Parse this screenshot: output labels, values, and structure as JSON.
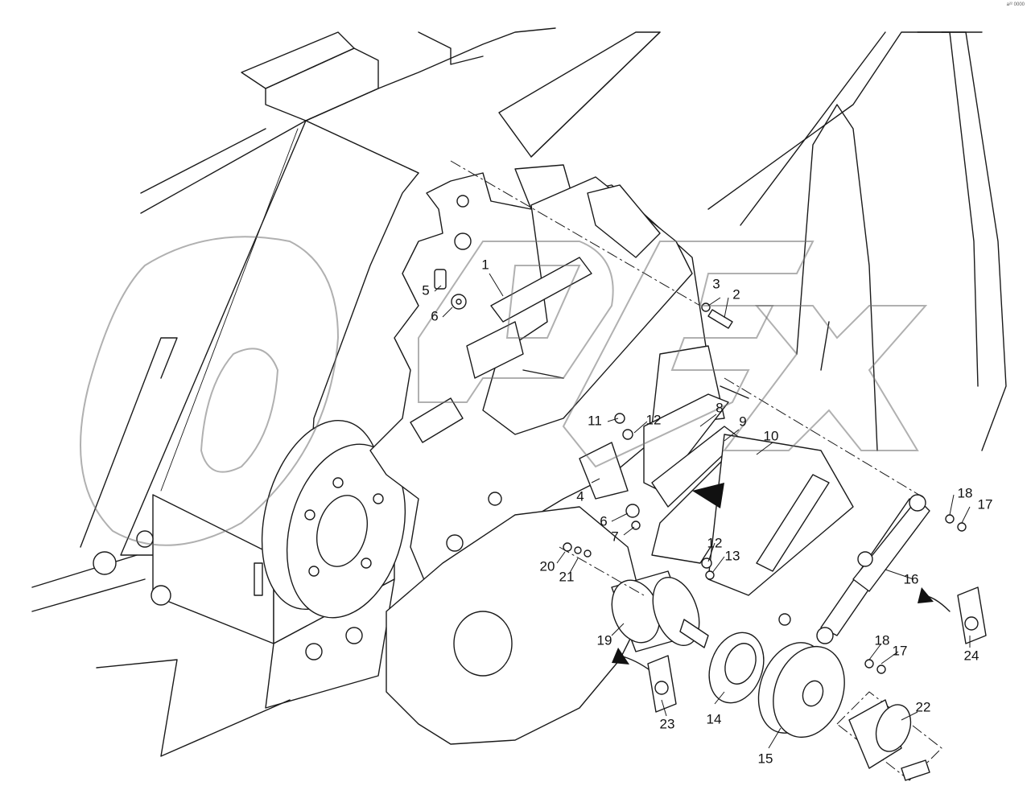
{
  "corner_tag": "a²² 0000",
  "watermark": {
    "text": "OPEX",
    "color": "#6f6f6f"
  },
  "callouts": [
    {
      "id": "c1",
      "label": "1"
    },
    {
      "id": "c2",
      "label": "2"
    },
    {
      "id": "c3",
      "label": "3"
    },
    {
      "id": "c4",
      "label": "4"
    },
    {
      "id": "c5",
      "label": "5"
    },
    {
      "id": "c6a",
      "label": "6"
    },
    {
      "id": "c6b",
      "label": "6"
    },
    {
      "id": "c7",
      "label": "7"
    },
    {
      "id": "c8",
      "label": "8"
    },
    {
      "id": "c9",
      "label": "9"
    },
    {
      "id": "c10",
      "label": "10"
    },
    {
      "id": "c11",
      "label": "11"
    },
    {
      "id": "c12a",
      "label": "12"
    },
    {
      "id": "c12b",
      "label": "12"
    },
    {
      "id": "c13",
      "label": "13"
    },
    {
      "id": "c14",
      "label": "14"
    },
    {
      "id": "c15",
      "label": "15"
    },
    {
      "id": "c16",
      "label": "16"
    },
    {
      "id": "c17a",
      "label": "17"
    },
    {
      "id": "c17b",
      "label": "17"
    },
    {
      "id": "c18a",
      "label": "18"
    },
    {
      "id": "c18b",
      "label": "18"
    },
    {
      "id": "c19",
      "label": "19"
    },
    {
      "id": "c20",
      "label": "20"
    },
    {
      "id": "c21",
      "label": "21"
    },
    {
      "id": "c22",
      "label": "22"
    },
    {
      "id": "c23",
      "label": "23"
    },
    {
      "id": "c24",
      "label": "24"
    }
  ]
}
